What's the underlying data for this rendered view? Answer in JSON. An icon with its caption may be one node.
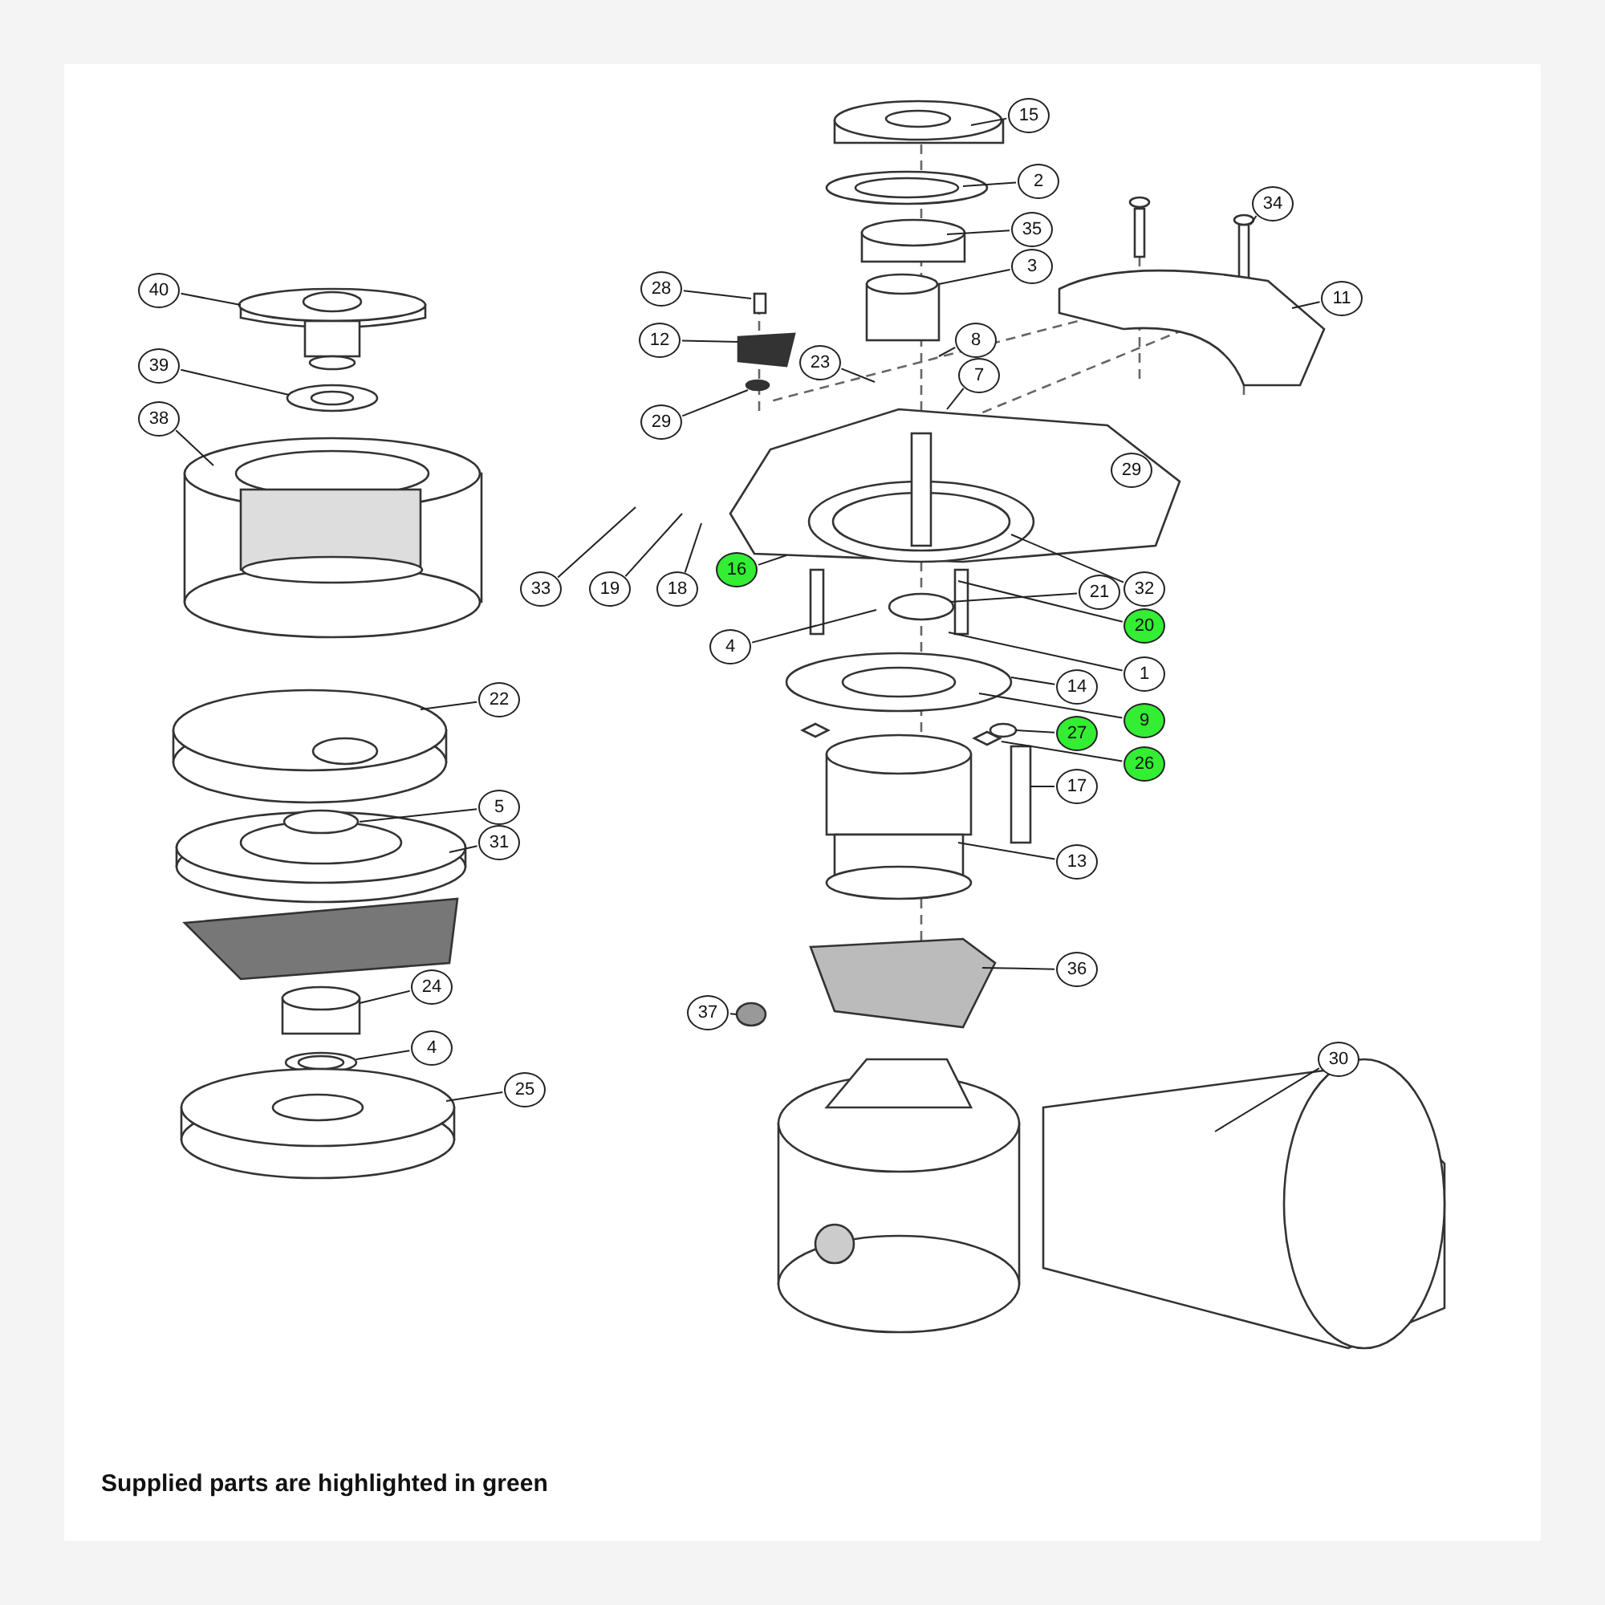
{
  "diagram": {
    "nodes": [
      {
        "text": [
          "15"
        ]
      },
      {
        "text": [
          "2"
        ]
      },
      {
        "text": [
          "35"
        ]
      },
      {
        "text": [
          "3"
        ]
      },
      {
        "text": [
          "34"
        ]
      },
      {
        "text": [
          "11"
        ]
      },
      {
        "text": [
          "28"
        ]
      },
      {
        "text": [
          "12"
        ]
      },
      {
        "text": [
          "8"
        ]
      },
      {
        "text": [
          "23"
        ]
      },
      {
        "text": [
          "7"
        ]
      },
      {
        "text": [
          "29"
        ]
      },
      {
        "text": [
          "40"
        ]
      },
      {
        "text": [
          "39"
        ]
      },
      {
        "text": [
          "38"
        ]
      },
      {
        "text": [
          "29"
        ]
      },
      {
        "text": [
          "33"
        ]
      },
      {
        "text": [
          "19"
        ]
      },
      {
        "text": [
          "18"
        ]
      },
      {
        "text": [
          "16"
        ]
      },
      {
        "text": [
          "32"
        ]
      },
      {
        "text": [
          "21"
        ]
      },
      {
        "text": [
          "20"
        ]
      },
      {
        "text": [
          "4"
        ]
      },
      {
        "text": [
          "1"
        ]
      },
      {
        "text": [
          "14"
        ]
      },
      {
        "text": [
          "9"
        ]
      },
      {
        "text": [
          "27"
        ]
      },
      {
        "text": [
          "26"
        ]
      },
      {
        "text": [
          "17"
        ]
      },
      {
        "text": [
          "13"
        ]
      },
      {
        "text": [
          "22"
        ]
      },
      {
        "text": [
          "5"
        ]
      },
      {
        "text": [
          "31"
        ]
      },
      {
        "text": [
          "24"
        ]
      },
      {
        "text": [
          "4"
        ]
      },
      {
        "text": [
          "25"
        ]
      },
      {
        "text": [
          "36"
        ]
      },
      {
        "text": [
          "37"
        ]
      },
      {
        "text": [
          "30"
        ]
      }
    ],
    "edges": [
      {
        "from": 0,
        "to": null,
        "arrow": "none"
      },
      {
        "from": 1,
        "to": null,
        "arrow": "none"
      },
      {
        "from": 2,
        "to": null,
        "arrow": "none"
      },
      {
        "from": 3,
        "to": null,
        "arrow": "none"
      },
      {
        "from": 4,
        "to": null,
        "arrow": "none"
      },
      {
        "from": 5,
        "to": null,
        "arrow": "none"
      },
      {
        "from": 6,
        "to": null,
        "arrow": "none"
      },
      {
        "from": 7,
        "to": null,
        "arrow": "none"
      },
      {
        "from": 8,
        "to": null,
        "arrow": "none"
      },
      {
        "from": 9,
        "to": null,
        "arrow": "none"
      },
      {
        "from": 10,
        "to": null,
        "arrow": "none"
      },
      {
        "from": 11,
        "to": null,
        "arrow": "none"
      },
      {
        "from": 12,
        "to": null,
        "arrow": "none"
      },
      {
        "from": 13,
        "to": null,
        "arrow": "none"
      },
      {
        "from": 14,
        "to": null,
        "arrow": "none"
      },
      {
        "from": 16,
        "to": null,
        "arrow": "none"
      },
      {
        "from": 17,
        "to": null,
        "arrow": "none"
      },
      {
        "from": 18,
        "to": null,
        "arrow": "none"
      },
      {
        "from": 19,
        "to": null,
        "arrow": "none"
      },
      {
        "from": 20,
        "to": null,
        "arrow": "none"
      },
      {
        "from": 21,
        "to": null,
        "arrow": "none"
      },
      {
        "from": 22,
        "to": null,
        "arrow": "none"
      },
      {
        "from": 23,
        "to": null,
        "arrow": "none"
      },
      {
        "from": 24,
        "to": null,
        "arrow": "none"
      },
      {
        "from": 25,
        "to": null,
        "arrow": "none"
      },
      {
        "from": 26,
        "to": null,
        "arrow": "none"
      },
      {
        "from": 27,
        "to": null,
        "arrow": "none"
      },
      {
        "from": 28,
        "to": null,
        "arrow": "none"
      },
      {
        "from": 29,
        "to": null,
        "arrow": "none"
      },
      {
        "from": 30,
        "to": null,
        "arrow": "none"
      },
      {
        "from": 31,
        "to": null,
        "arrow": "none"
      },
      {
        "from": 32,
        "to": null,
        "arrow": "none"
      },
      {
        "from": 33,
        "to": null,
        "arrow": "none"
      },
      {
        "from": 34,
        "to": null,
        "arrow": "none"
      },
      {
        "from": 35,
        "to": null,
        "arrow": "none"
      },
      {
        "from": 36,
        "to": null,
        "arrow": "none"
      },
      {
        "from": 37,
        "to": null,
        "arrow": "none"
      },
      {
        "from": 38,
        "to": null,
        "arrow": "none"
      },
      {
        "from": 39,
        "to": null,
        "arrow": "none"
      }
    ],
    "labels": [
      "Supplied parts are highlighted in green"
    ]
  }
}
